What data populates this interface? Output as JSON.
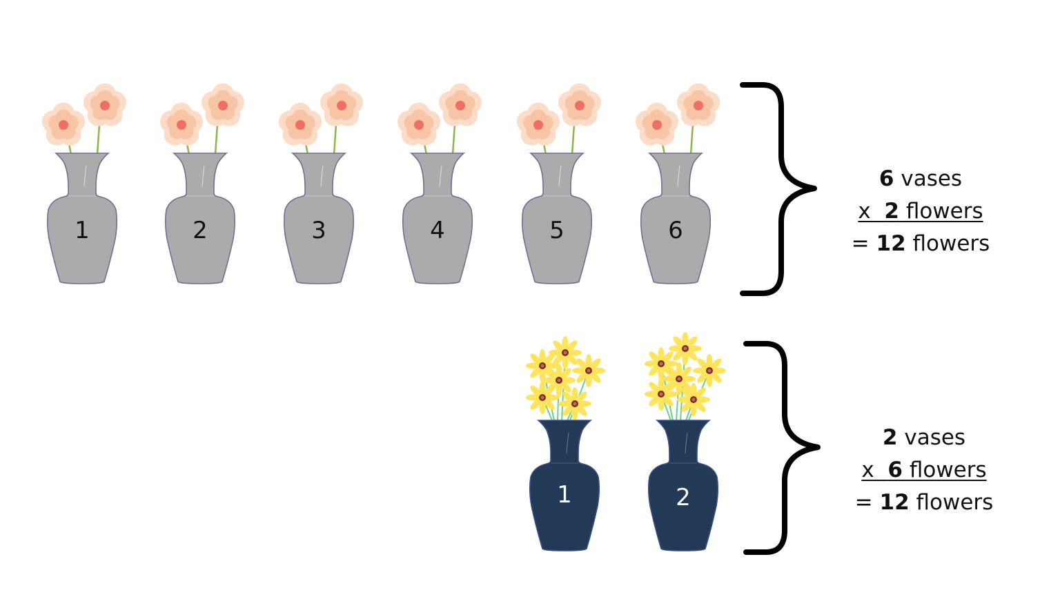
{
  "colors": {
    "gray_vase": "#ababab",
    "gray_vase_outline": "#6f6f96",
    "navy_vase": "#223a55",
    "navy_vase_outline": "#3d4f8a",
    "peach_petal_outer": "#fbd3b9",
    "peach_petal_inner": "#f8bf9f",
    "peach_center": "#f06e6a",
    "yellow_petal": "#fde45a",
    "flower_center": "#7c2d2d",
    "stem": "#8eb44d",
    "stem_green": "#6cd08a",
    "brace": "#000000",
    "text": "#111111"
  },
  "top_group": {
    "vases": [
      {
        "number": "1",
        "flowers": 2
      },
      {
        "number": "2",
        "flowers": 2
      },
      {
        "number": "3",
        "flowers": 2
      },
      {
        "number": "4",
        "flowers": 2
      },
      {
        "number": "5",
        "flowers": 2
      },
      {
        "number": "6",
        "flowers": 2
      }
    ],
    "equation": {
      "line1_num": "6",
      "line1_text": " vases",
      "line2_prefix": "x  ",
      "line2_num": "2",
      "line2_text": " flowers",
      "line3_prefix": "= ",
      "line3_num": "12",
      "line3_text": " flowers"
    }
  },
  "bottom_group": {
    "vases": [
      {
        "number": "1",
        "flowers": 6
      },
      {
        "number": "2",
        "flowers": 6
      }
    ],
    "equation": {
      "line1_num": "2",
      "line1_text": " vases",
      "line2_prefix": "x  ",
      "line2_num": "6",
      "line2_text": " flowers",
      "line3_prefix": "= ",
      "line3_num": "12",
      "line3_text": " flowers"
    }
  }
}
